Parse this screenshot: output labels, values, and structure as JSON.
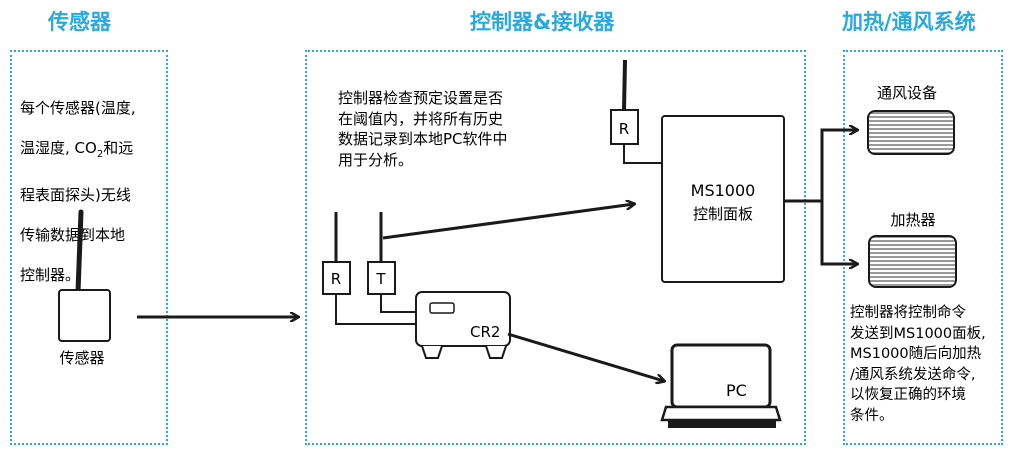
{
  "headings": {
    "sensor": "传感器",
    "controller": "控制器&接收器",
    "hvac": "加热/通风系统"
  },
  "sensor_panel": {
    "text_line1": "每个传感器(温度,",
    "text_line2": "温湿度, CO",
    "co2_subscript": "2",
    "text_line2_tail": "和远",
    "text_line3": "程表面探头)无线",
    "text_line4": "传输数据到本地",
    "text_line5": "控制器。",
    "device_label": "传感器"
  },
  "controller_panel": {
    "description": "控制器检查预定设置是否\n在阈值内，并将所有历史\n数据记录到本地PC软件中\n用于分析。",
    "antenna_r_label": "R",
    "antenna_t_label": "T",
    "receiver_label": "R",
    "cr2_label": "CR2",
    "ms1000_title": "MS1000",
    "ms1000_subtitle": "控制面板",
    "pc_label": "PC"
  },
  "hvac_panel": {
    "ventilation_label": "通风设备",
    "heater_label": "加热器",
    "note": "控制器将控制命令\n发送到MS1000面板,\nMS1000随后向加热\n/通风系统发送命令,\n以恢复正确的环境\n条件。"
  },
  "colors": {
    "accent": "#29a9e1",
    "line": "#1a1a1a"
  }
}
